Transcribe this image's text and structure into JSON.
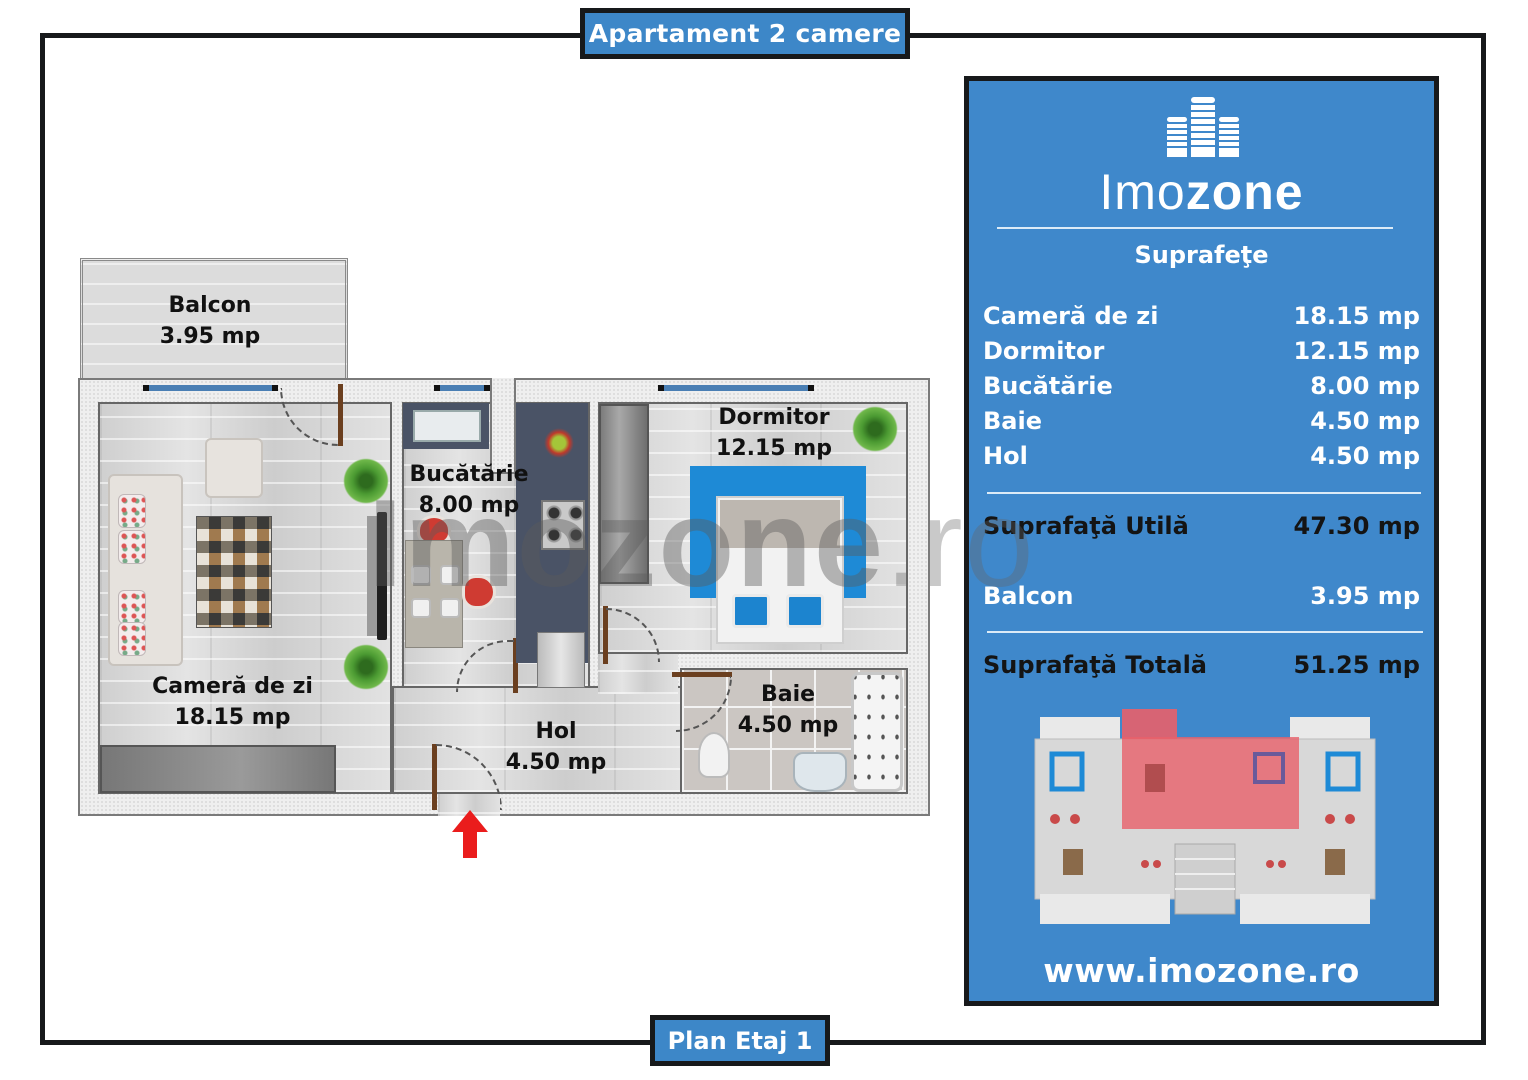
{
  "header": {
    "title": "Apartament 2 camere"
  },
  "footer": {
    "floor_label": "Plan Etaj 1"
  },
  "plan": {
    "rooms": [
      {
        "id": "balcon",
        "name": "Balcon",
        "area": "3.95 mp"
      },
      {
        "id": "camera_de_zi",
        "name": "Cameră de zi",
        "area": "18.15 mp"
      },
      {
        "id": "bucatarie",
        "name": "Bucătărie",
        "area": "8.00 mp"
      },
      {
        "id": "dormitor",
        "name": "Dormitor",
        "area": "12.15 mp"
      },
      {
        "id": "baie",
        "name": "Baie",
        "area": "4.50 mp"
      },
      {
        "id": "hol",
        "name": "Hol",
        "area": "4.50 mp"
      }
    ],
    "entrance_icon": "red-up-arrow",
    "watermark": {
      "main": "Imozone",
      "suffix": ".ro"
    }
  },
  "panel": {
    "brand": {
      "thin": "Imo",
      "bold": "zone",
      "icon": "buildings-icon"
    },
    "section_title": "Suprafeţe",
    "rooms": [
      {
        "label": "Cameră de zi",
        "value": "18.15 mp"
      },
      {
        "label": "Dormitor",
        "value": "12.15 mp"
      },
      {
        "label": "Bucătărie",
        "value": "8.00 mp"
      },
      {
        "label": "Baie",
        "value": "4.50 mp"
      },
      {
        "label": "Hol",
        "value": "4.50 mp"
      }
    ],
    "useful": {
      "label": "Suprafaţă Utilă",
      "value": "47.30 mp"
    },
    "balcony": {
      "label": "Balcon",
      "value": "3.95 mp"
    },
    "total": {
      "label": "Suprafaţă Totală",
      "value": "51.25 mp"
    },
    "website": "www.imozone.ro",
    "colors": {
      "panel_bg": "#3f88cb",
      "border": "#17191b",
      "highlight": "#e8606a"
    }
  }
}
